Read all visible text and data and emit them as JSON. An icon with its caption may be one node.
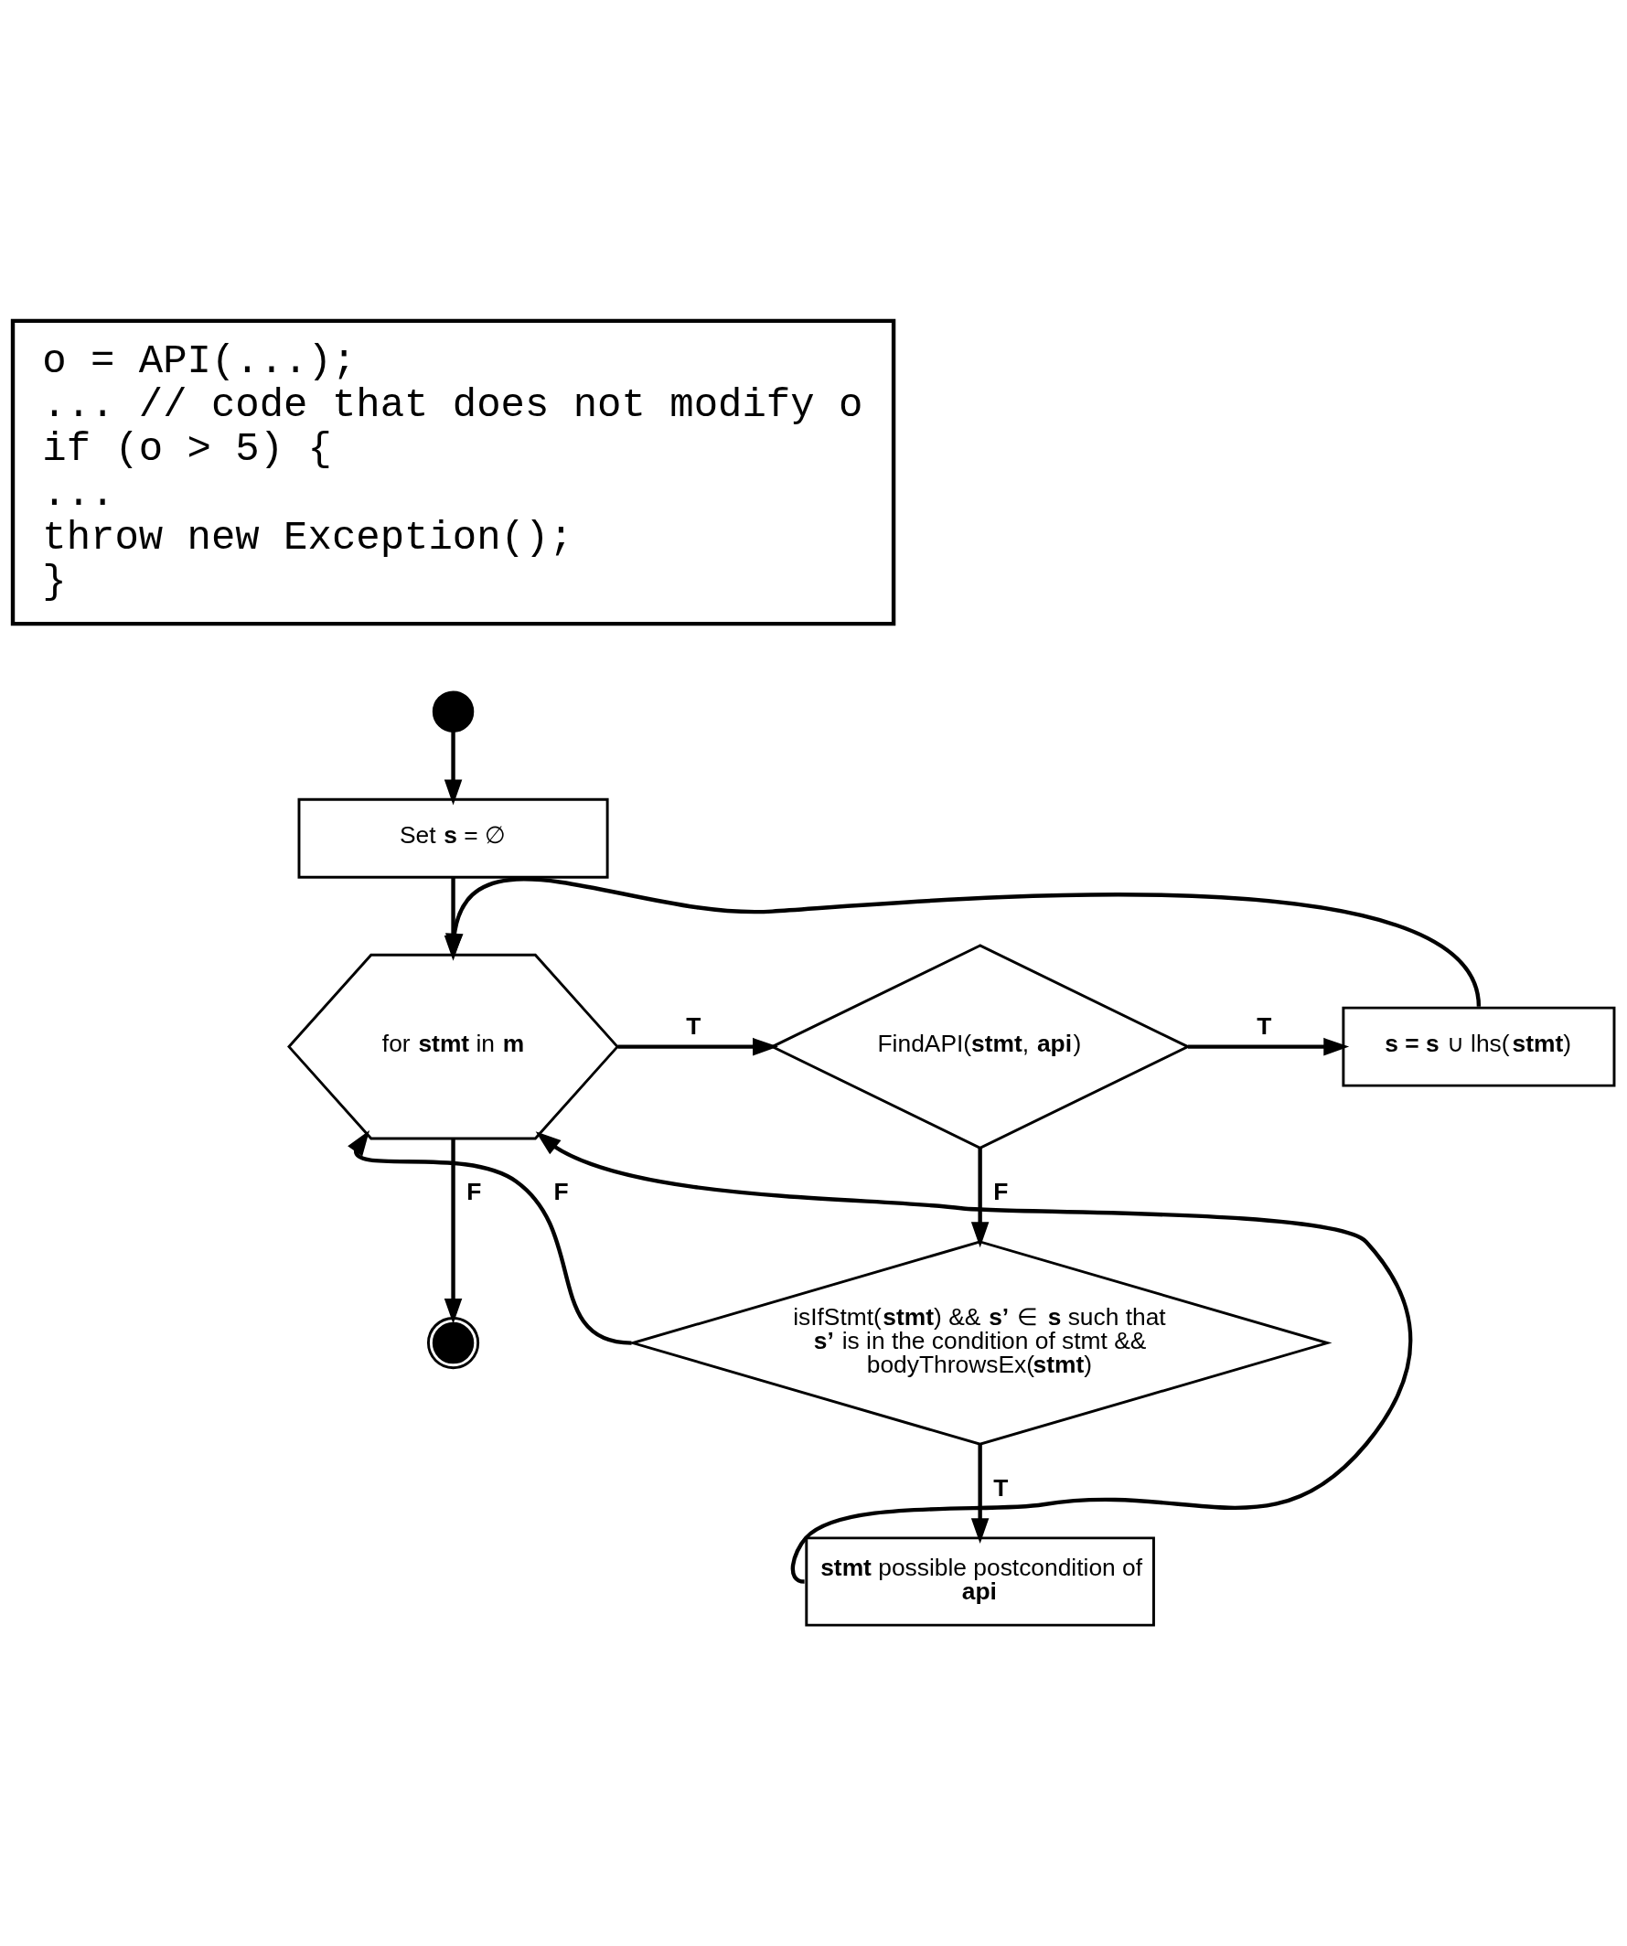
{
  "diagram": {
    "nodes": [
      {
        "text": [
          "o = API(...);",
          "... // code that does not modify o",
          "if (o > 5) {",
          "...",
          "throw new Exception();",
          "}"
        ]
      },
      {
        "text": [],
        "shape": "circle"
      },
      {
        "text": [
          "Set **s** = ∅"
        ]
      },
      {
        "text": [
          "for **stmt** in **m**"
        ]
      },
      {
        "text": [
          "FindAPI(**stmt**, **api**)"
        ]
      },
      {
        "text": [
          "**s = s** ∪ lhs(**stmt**)"
        ]
      },
      {
        "text": [
          "isIfStmt(**stmt**) && **s’** ∈ **s** such that **s’** is in the condition of stmt && bodyThrowsEx(**stmt**)"
        ]
      },
      {
        "text": [
          "**stmt** possible postcondition of **api**"
        ]
      },
      {
        "text": [],
        "shape": "bullseye"
      }
    ],
    "edges": [
      {
        "from": 1,
        "to": 2,
        "arrow": "to"
      },
      {
        "from": 2,
        "to": 3,
        "arrow": "to"
      },
      {
        "from": 3,
        "to": 4,
        "arrow": "to",
        "label": "T"
      },
      {
        "from": 4,
        "to": 5,
        "arrow": "to",
        "label": "T"
      },
      {
        "from": 4,
        "to": 6,
        "arrow": "to",
        "label": "F"
      },
      {
        "from": 6,
        "to": 7,
        "arrow": "to",
        "label": "T"
      },
      {
        "from": 3,
        "to": 8,
        "arrow": "to",
        "label": "F"
      },
      {
        "from": 5,
        "to": 3,
        "arrow": "to"
      },
      {
        "from": 6,
        "to": 3,
        "arrow": "to",
        "label": "F"
      },
      {
        "from": 7,
        "to": 3,
        "arrow": "to"
      }
    ]
  }
}
